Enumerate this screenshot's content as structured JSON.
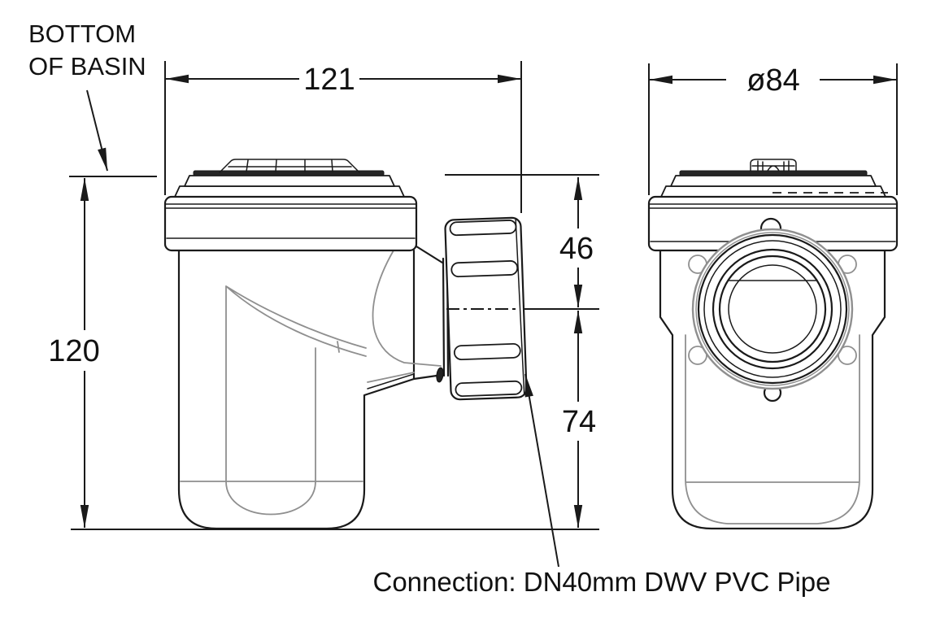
{
  "basin_note": {
    "line1": "BOTTOM",
    "line2": "OF BASIN"
  },
  "dimensions": {
    "overall_width": "121",
    "cap_diameter": "ø84",
    "overall_height": "120",
    "basin_to_outlet_centerline": "46",
    "outlet_centerline_to_bottom": "74"
  },
  "callout": {
    "connection_label": "Connection: DN40mm DWV PVC Pipe"
  },
  "colors": {
    "line": "#1a1a1a",
    "internal_line": "#8f8f8f",
    "background": "#ffffff"
  }
}
